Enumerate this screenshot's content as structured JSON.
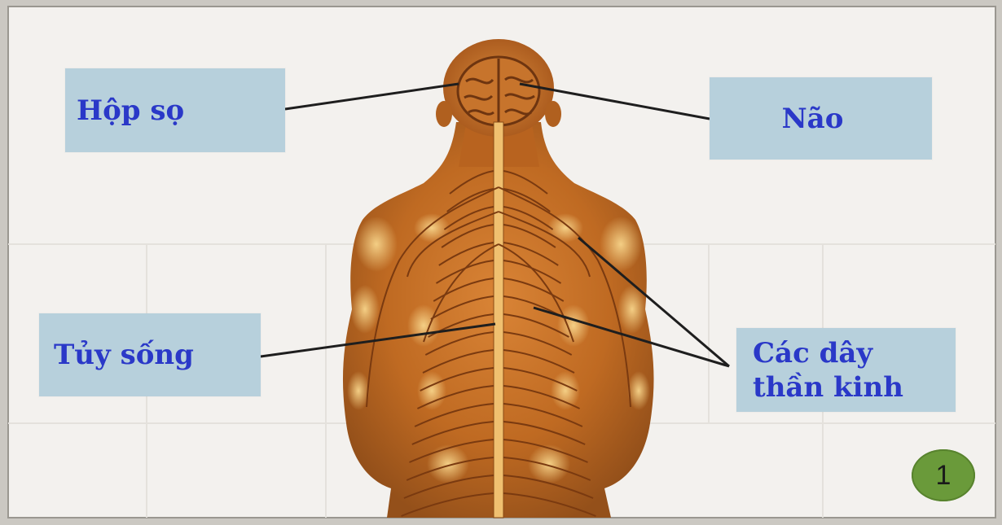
{
  "labels": {
    "skull": "Hộp sọ",
    "brain": "Não",
    "spinal_cord": "Tủy sống",
    "nerves_line1": "Các dây",
    "nerves_line2": "thần kinh"
  },
  "figure_number": "1",
  "colors": {
    "label_box_fill": "#b7d0dc",
    "label_text": "#2a38c8",
    "body_fill": "#c8732a",
    "badge_fill": "#6a9a3a",
    "leader_line": "#1e1e1e",
    "page_background": "#f3f1ee"
  }
}
